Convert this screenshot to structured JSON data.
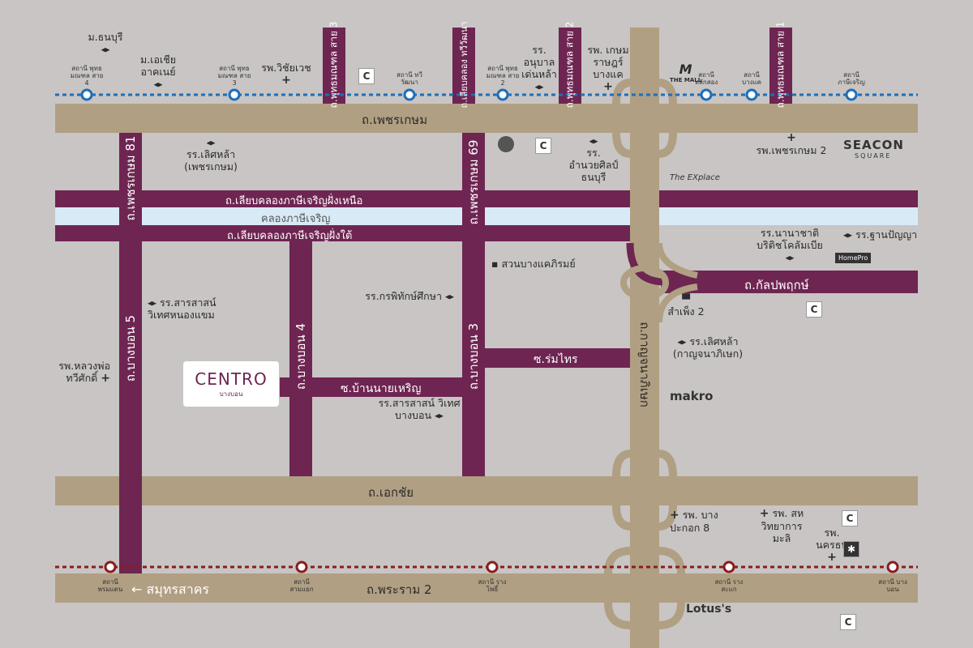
{
  "roads": {
    "phetkasem": "ถ.เพชรเกษม",
    "ekkachai": "ถ.เอกชัย",
    "rama2": "ถ.พระราม 2",
    "kanlapaphruek": "ถ.กัลปพฤกษ์",
    "kanchanaphisek": "ถ.กาญจนาภิเษก",
    "phetkasem81": "ถ.เพชรเกษม 81",
    "phetkasem69": "ถ.เพชรเกษม 69",
    "bangbon5": "ถ.บางบอน 5",
    "bangbon4": "ถ.บางบอน 4",
    "bangbon3": "ถ.บางบอน 3",
    "canal_north": "ถ.เลียบคลองภาษีเจริญฝั่งเหนือ",
    "canal_south": "ถ.เลียบคลองภาษีเจริญฝั่งใต้",
    "canal": "คลองภาษีเจริญ",
    "soi_romsai": "ซ.ร่มไทร",
    "soi_bannai": "ซ.บ้านนายเหริญ",
    "phutthamonthon3": "ถ.พุทธมณฑล สาย 3",
    "liab_thawiwatthana": "ถ.เลียบคลอง ทวีวัฒนา",
    "phutthamonthon2": "ถ.พุทธมณฑล สาย 2",
    "phutthamonthon1": "ถ.พุทธมณฑล สาย 1"
  },
  "stations_blue": [
    {
      "label": "สถานี พุทธมณฑล สาย 4"
    },
    {
      "label": "สถานี พุทธมณฑล สาย 3"
    },
    {
      "label": "สถานี ทวีวัฒนา"
    },
    {
      "label": "สถานี พุทธมณฑล สาย 2"
    },
    {
      "label": "สถานี หลักสอง"
    },
    {
      "label": "สถานี บางแค"
    },
    {
      "label": "สถานี ภาษีเจริญ"
    }
  ],
  "stations_red": [
    {
      "label": "สถานี พรมแดน"
    },
    {
      "label": "สถานี สามแยก"
    },
    {
      "label": "สถานี รางโพธิ์"
    },
    {
      "label": "สถานี รางสะแก"
    },
    {
      "label": "สถานี บางบอน"
    }
  ],
  "direction": {
    "arrow": "←",
    "label": "สมุทรสาคร"
  },
  "pois": {
    "dhonburi_uni": "ม.ธนบุรี",
    "sau": "ม.เอเชีย อาคเนย์",
    "vichaivej": "รพ.วิชัยเวช",
    "anuban": "รร. อนุบาล เด่นหล้า",
    "kasemrad": "รพ. เกษมราษฎร์ บางแค",
    "loetla_pk": "รร.เลิศหล้า (เพชรเกษม)",
    "amnuay": "รร. อำนวยศิลป์ ธนบุรี",
    "phetkasem2_hosp": "รพ.เพชรเกษม 2",
    "seacon": "SEACON",
    "seacon_sub": "SQUARE",
    "explace": "The EXplace",
    "bcis": "รร.นานาชาติ บริติชโคลัมเบีย",
    "thanpanya": "รร.ฐานปัญญา",
    "homepro": "HomePro",
    "suan_bangkae": "สวนบางแคภิรมย์",
    "sampheng2": "สำเพ็ง 2",
    "loetla_kc": "รร.เลิศหล้า (กาญจนาภิเษก)",
    "makro": "makro",
    "kornpitak": "รร.กรพิทักษ์ศึกษา",
    "sarasas_nongkhaem": "รร.สารสาสน์ วิเทศหนองแขม",
    "sarasas_bangbon": "รร.สารสาสน์ วิเทศบางบอน",
    "luangpor": "รพ.หลวงพ่อ ทวีศักดิ์",
    "bangpakok8": "รพ. บางปะกอก 8",
    "sahavi": "รพ. สหวิทยาการ มะลิ",
    "nakhonthon": "รพ. นครธน",
    "lotus": "Lotus's",
    "themall": "THE MALL"
  },
  "project": {
    "name": "CENTRO",
    "sub": "บางบอน"
  },
  "colors": {
    "background": "#c8c5c4",
    "main_road": "#b09f82",
    "secondary_road": "#6e2552",
    "canal": "#d8eaf6",
    "blue_line": "#1e6fb8",
    "red_line": "#8a1d1d"
  }
}
